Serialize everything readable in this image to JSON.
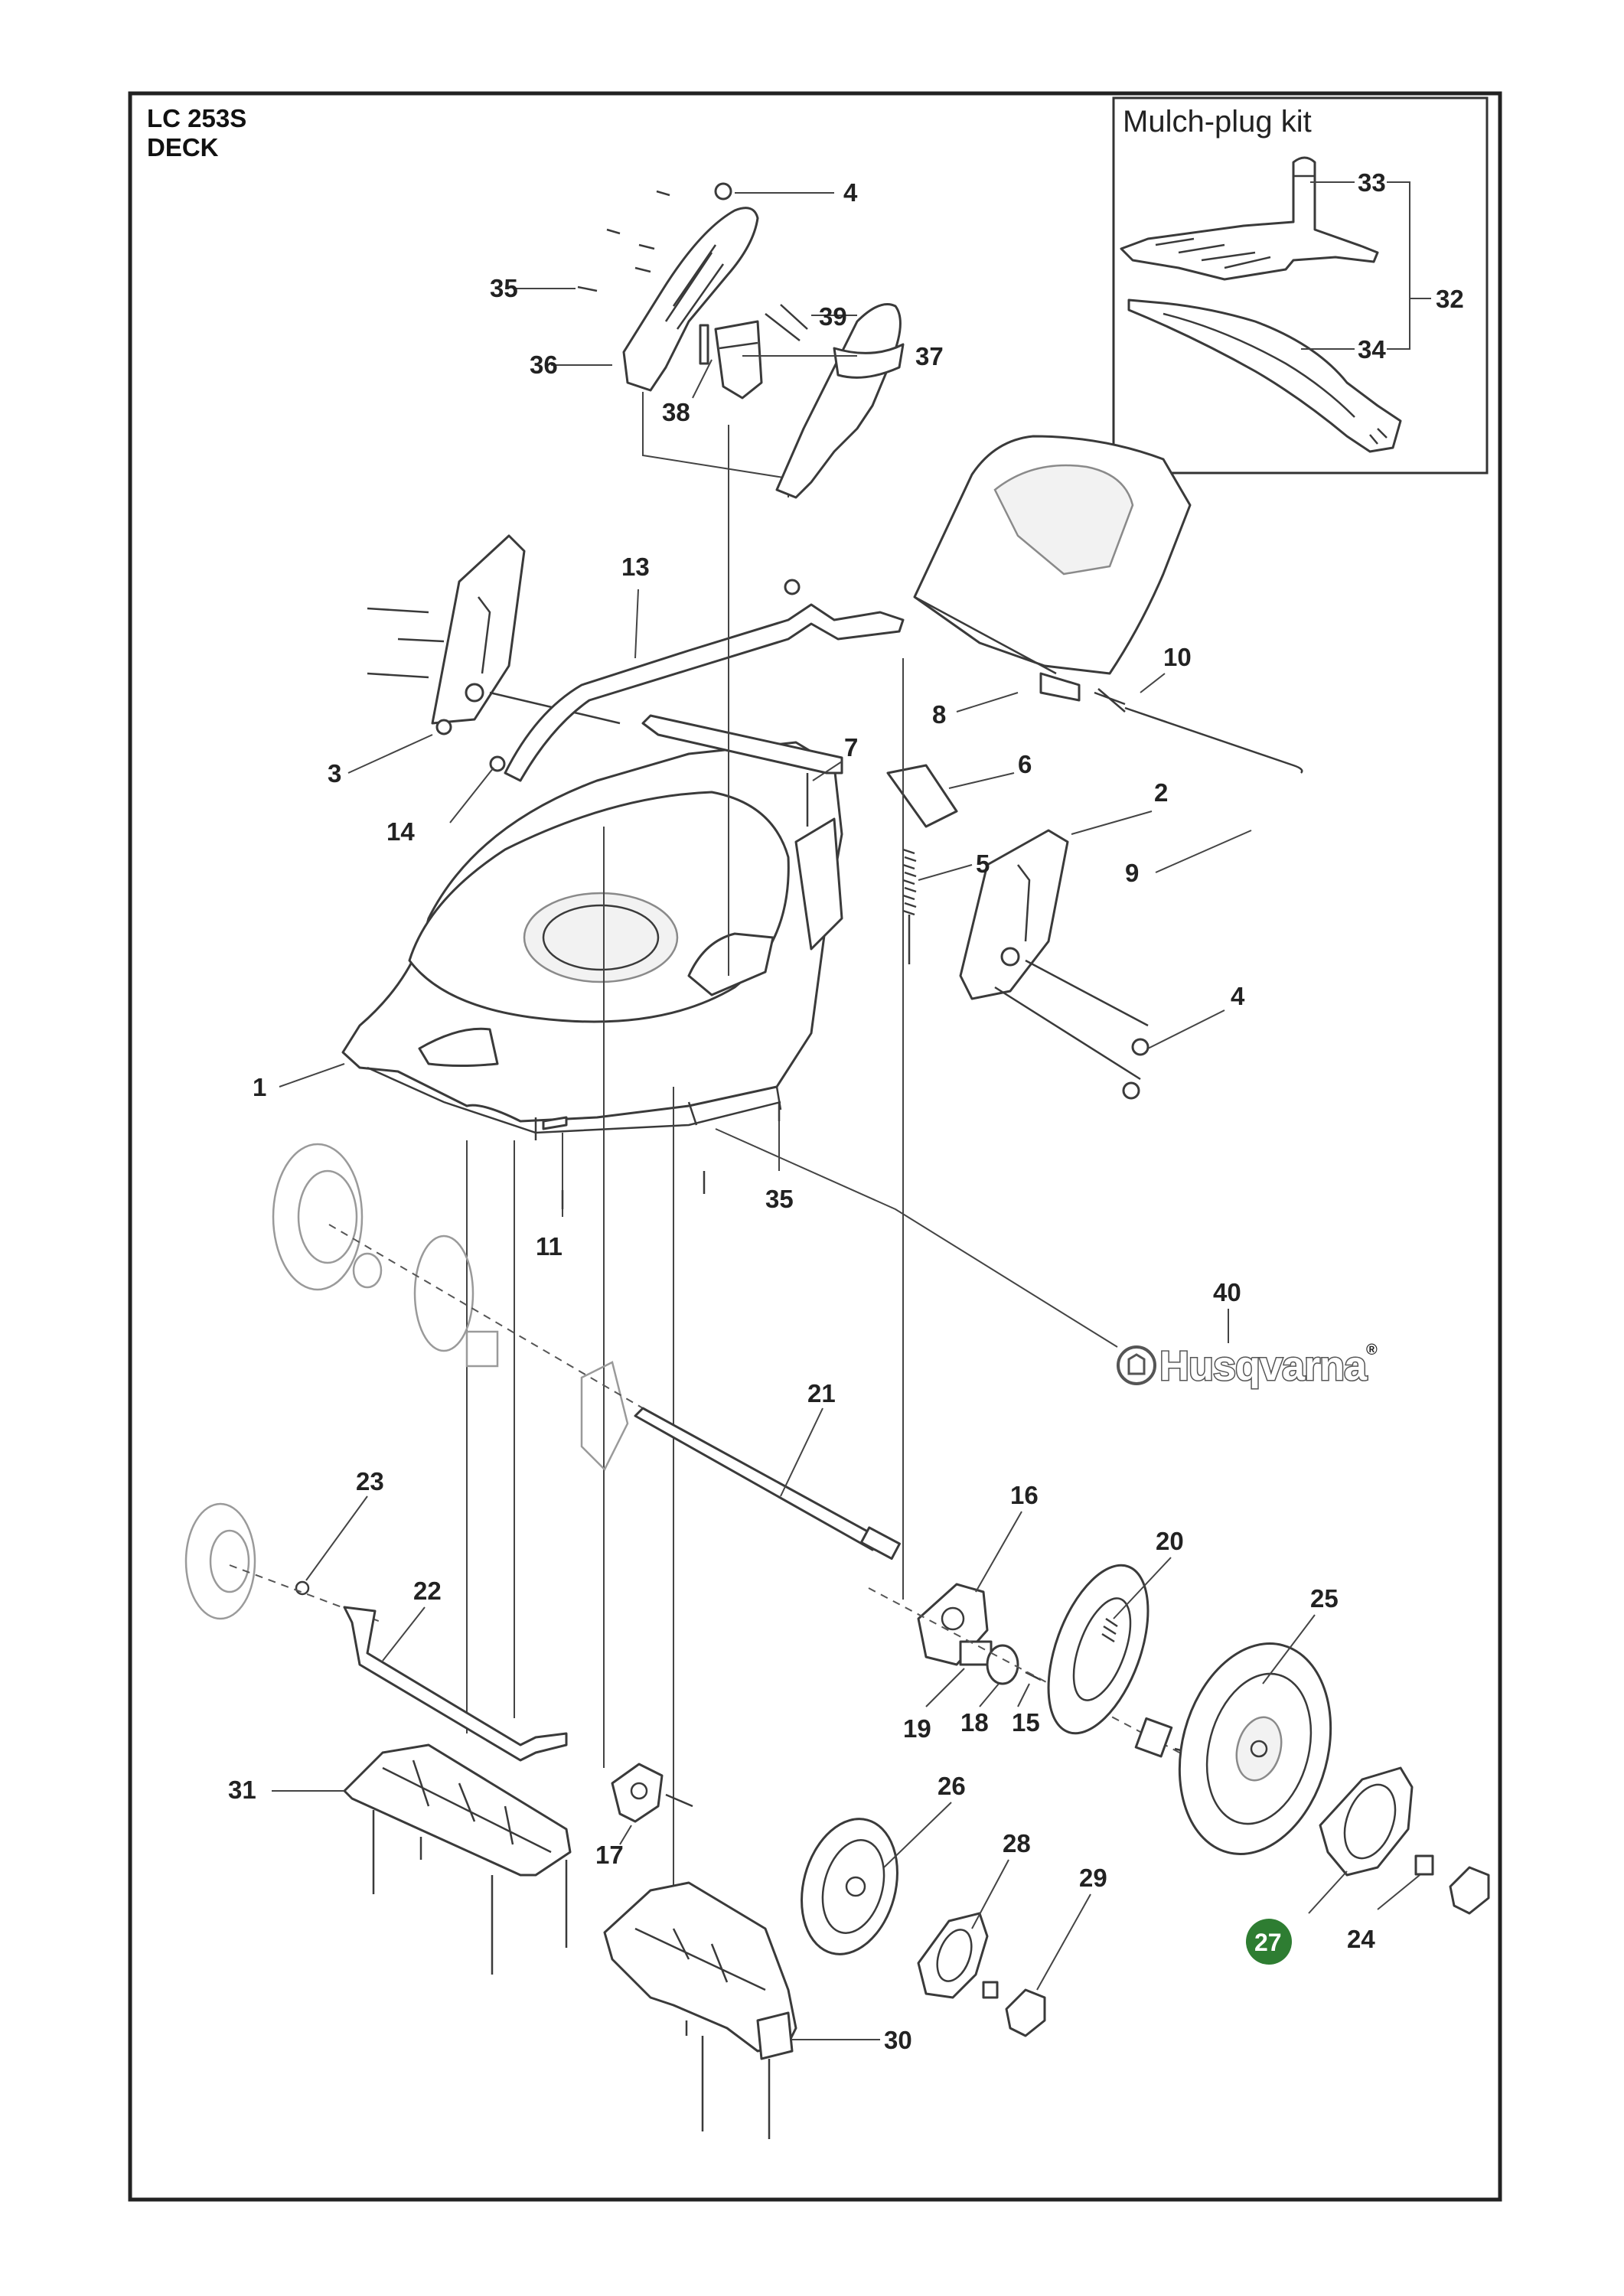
{
  "header": {
    "model": "LC 253S",
    "section": "DECK"
  },
  "inset": {
    "title": "Mulch-plug kit"
  },
  "brand_logo": {
    "text": "Husqvarna",
    "symbol": "®"
  },
  "highlight": {
    "part": "27",
    "color": "#2e7d32"
  },
  "callouts": {
    "c1": "1",
    "c2": "2",
    "c3": "3",
    "c4a": "4",
    "c4b": "4",
    "c5": "5",
    "c6": "6",
    "c7": "7",
    "c8": "8",
    "c9": "9",
    "c10": "10",
    "c11": "11",
    "c13": "13",
    "c14": "14",
    "c15": "15",
    "c16": "16",
    "c17": "17",
    "c18": "18",
    "c19": "19",
    "c20": "20",
    "c21": "21",
    "c22": "22",
    "c23": "23",
    "c24": "24",
    "c25": "25",
    "c26": "26",
    "c28": "28",
    "c29": "29",
    "c30": "30",
    "c31": "31",
    "c32": "32",
    "c33": "33",
    "c34": "34",
    "c35a": "35",
    "c35b": "35",
    "c36": "36",
    "c37": "37",
    "c38": "38",
    "c39": "39",
    "c40": "40"
  }
}
